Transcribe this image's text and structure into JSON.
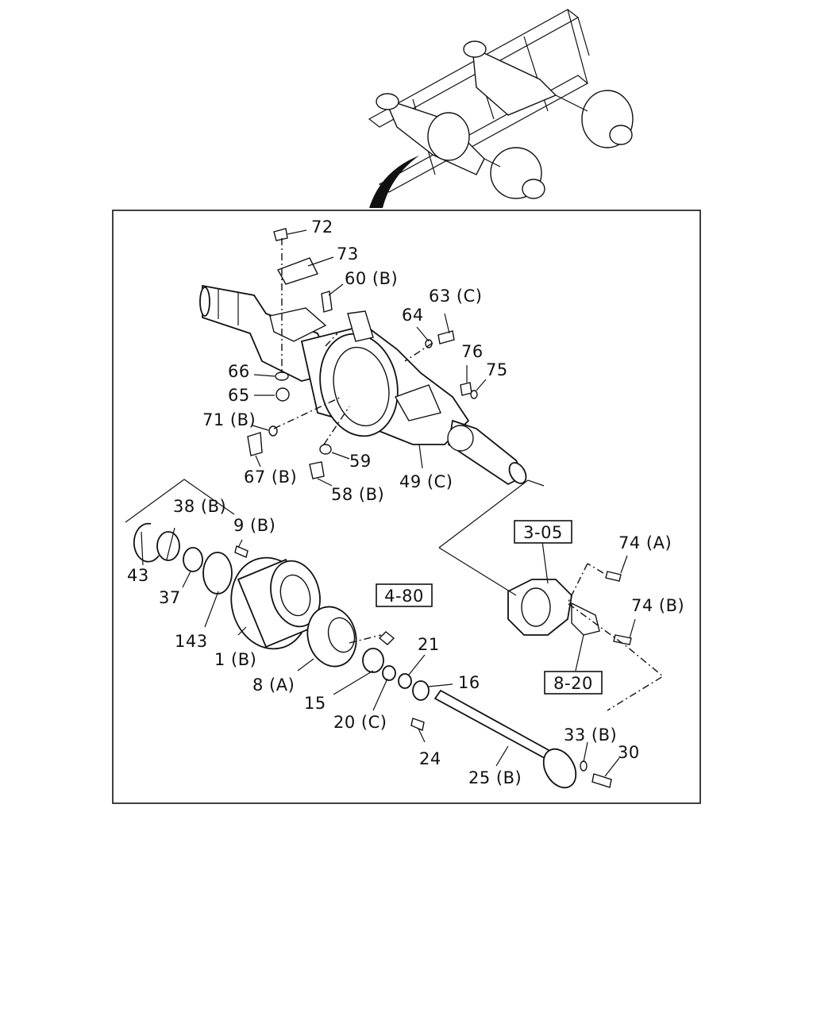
{
  "labels": [
    {
      "id": "72",
      "text": "72"
    },
    {
      "id": "73",
      "text": "73"
    },
    {
      "id": "60b",
      "text": "60 (B)"
    },
    {
      "id": "63c",
      "text": "63 (C)"
    },
    {
      "id": "64",
      "text": "64"
    },
    {
      "id": "76",
      "text": "76"
    },
    {
      "id": "75",
      "text": "75"
    },
    {
      "id": "66",
      "text": "66"
    },
    {
      "id": "65",
      "text": "65"
    },
    {
      "id": "71b",
      "text": "71 (B)"
    },
    {
      "id": "67b",
      "text": "67 (B)"
    },
    {
      "id": "59",
      "text": "59"
    },
    {
      "id": "58b",
      "text": "58 (B)"
    },
    {
      "id": "49c",
      "text": "49 (C)"
    },
    {
      "id": "38b",
      "text": "38 (B)"
    },
    {
      "id": "9b",
      "text": "9 (B)"
    },
    {
      "id": "43",
      "text": "43"
    },
    {
      "id": "37",
      "text": "37"
    },
    {
      "id": "143",
      "text": "143"
    },
    {
      "id": "1b",
      "text": "1 (B)"
    },
    {
      "id": "8a",
      "text": "8 (A)"
    },
    {
      "id": "15",
      "text": "15"
    },
    {
      "id": "20c",
      "text": "20 (C)"
    },
    {
      "id": "21",
      "text": "21"
    },
    {
      "id": "16",
      "text": "16"
    },
    {
      "id": "24",
      "text": "24"
    },
    {
      "id": "25b",
      "text": "25 (B)"
    },
    {
      "id": "33b",
      "text": "33 (B)"
    },
    {
      "id": "30",
      "text": "30"
    },
    {
      "id": "74a",
      "text": "74 (A)"
    },
    {
      "id": "74b",
      "text": "74 (B)"
    }
  ],
  "references": [
    {
      "id": "ref-3-05",
      "text": "3-05"
    },
    {
      "id": "ref-4-80",
      "text": "4-80"
    },
    {
      "id": "ref-8-20",
      "text": "8-20"
    }
  ]
}
